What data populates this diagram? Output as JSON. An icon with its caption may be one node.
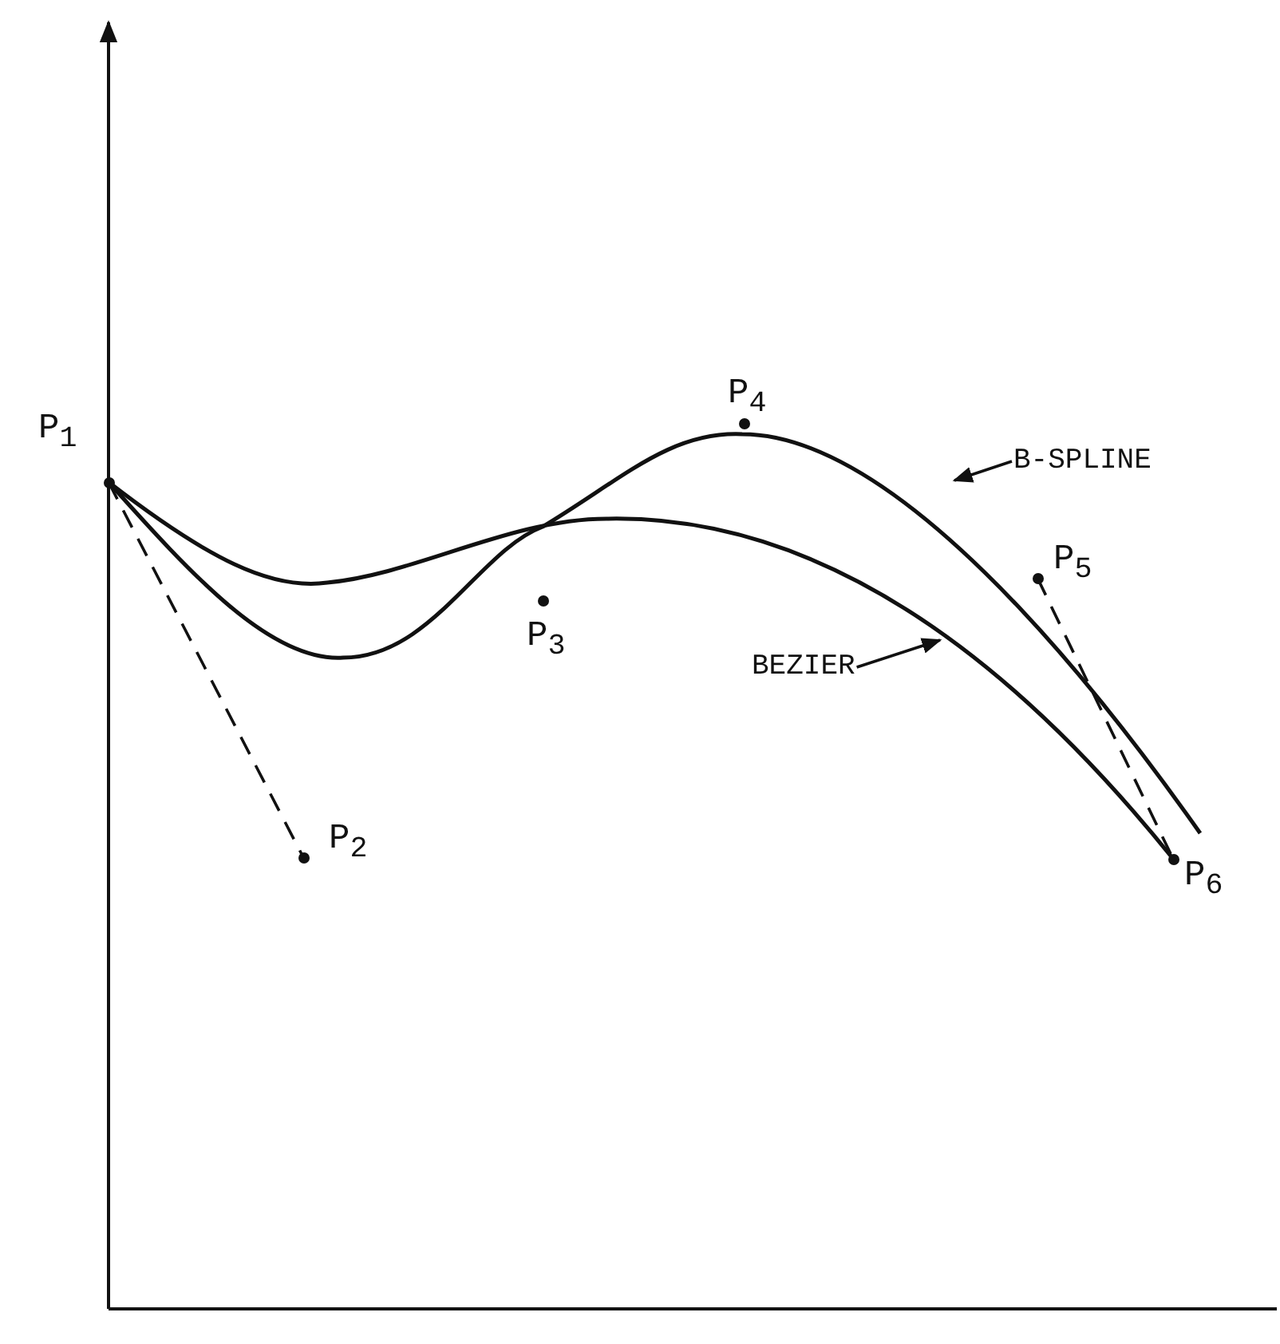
{
  "diagram": {
    "nodes": [
      {
        "text": [],
        "shape": "dot",
        "beside": [
          "P$_{1}$"
        ]
      },
      {
        "text": [],
        "shape": "dot",
        "beside": [
          "P$_{4}$"
        ]
      },
      {
        "text": [
          "B-SPLINE"
        ]
      },
      {
        "text": [],
        "shape": "dot",
        "beside": [
          "P$_{5}$"
        ]
      },
      {
        "text": [],
        "shape": "dot",
        "beside": [
          "P$_{3}$"
        ]
      },
      {
        "text": [
          "BEZIER"
        ]
      },
      {
        "text": [],
        "shape": "dot",
        "beside": [
          "P$_{2}$"
        ]
      },
      {
        "text": [],
        "shape": "dot",
        "beside": [
          "P$_{6}$"
        ]
      }
    ],
    "edges": [
      {
        "from": 0,
        "to": 6,
        "arrow": "none",
        "style": "dashed"
      },
      {
        "from": 3,
        "to": 7,
        "arrow": "none",
        "style": "dashed"
      },
      {
        "from": 2,
        "to": null,
        "arrow": "to"
      },
      {
        "from": 5,
        "to": null,
        "arrow": "to"
      }
    ]
  }
}
